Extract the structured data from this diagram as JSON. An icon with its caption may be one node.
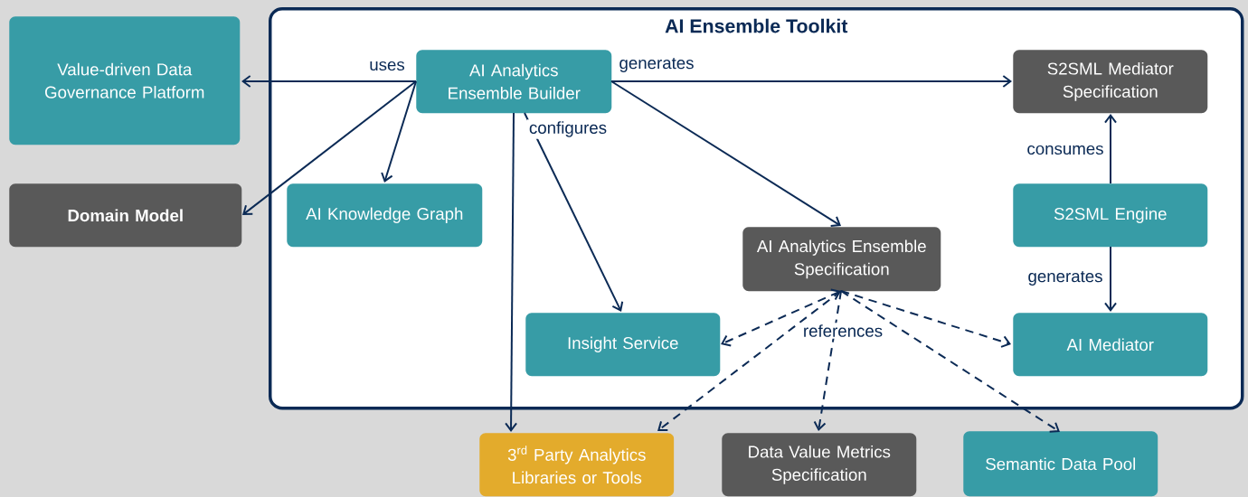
{
  "diagram": {
    "nodes": [
      {
        "text": [
          "AI Ensemble Toolkit"
        ]
      },
      {
        "text": [
          "Value-driven Data Governance Platform"
        ]
      },
      {
        "text": [
          "AI Analytics Ensemble Builder"
        ],
        "in": 0
      },
      {
        "text": [
          "S2SML Mediator Specification"
        ],
        "in": 0
      },
      {
        "text": [
          "Domain Model"
        ]
      },
      {
        "text": [
          "AI Knowledge Graph"
        ],
        "in": 0
      },
      {
        "text": [
          "S2SML Engine"
        ],
        "in": 0
      },
      {
        "text": [
          "AI Analytics Ensemble Specification"
        ],
        "in": 0
      },
      {
        "text": [
          "Insight Service"
        ],
        "in": 0
      },
      {
        "text": [
          "AI Mediator"
        ],
        "in": 0
      },
      {
        "text": [
          "3$^{rd}$ Party Analytics Libraries or Tools"
        ]
      },
      {
        "text": [
          "Data Value Metrics Specification"
        ]
      },
      {
        "text": [
          "Semantic Data Pool"
        ]
      }
    ],
    "edges": [
      {
        "from": 2,
        "to": 1,
        "arrow": "to",
        "label": "uses"
      },
      {
        "from": 2,
        "to": 4,
        "arrow": "to"
      },
      {
        "from": 2,
        "to": 5,
        "arrow": "to"
      },
      {
        "from": 2,
        "to": 8,
        "arrow": "to",
        "label": "configures"
      },
      {
        "from": 2,
        "to": 10,
        "arrow": "to"
      },
      {
        "from": 2,
        "to": 7,
        "arrow": "to"
      },
      {
        "from": 2,
        "to": 3,
        "arrow": "to",
        "label": "generates"
      },
      {
        "from": 6,
        "to": 3,
        "arrow": "to",
        "label": "consumes"
      },
      {
        "from": 6,
        "to": 9,
        "arrow": "to",
        "label": "generates"
      },
      {
        "from": 7,
        "to": 8,
        "arrow": "both",
        "style": "dashed"
      },
      {
        "from": 7,
        "to": 10,
        "arrow": "to",
        "style": "dashed"
      },
      {
        "from": 7,
        "to": 11,
        "arrow": "to",
        "style": "dashed",
        "label": "references"
      },
      {
        "from": 7,
        "to": 9,
        "arrow": "to",
        "style": "dashed"
      },
      {
        "from": 7,
        "to": 12,
        "arrow": "to",
        "style": "dashed"
      }
    ]
  }
}
